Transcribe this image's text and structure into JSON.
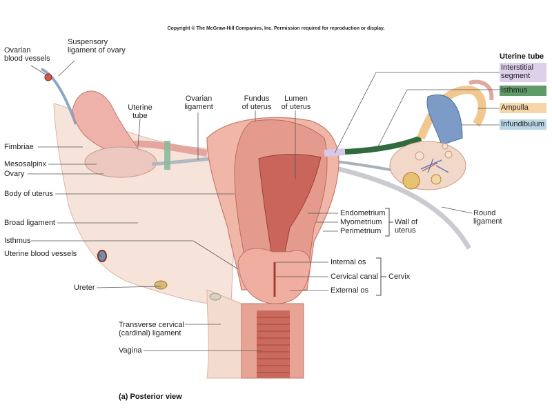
{
  "copyright": "Copyright © The McGraw-Hill Companies, Inc. Permission required for reproduction or display.",
  "caption": "(a) Posterior view",
  "legend": {
    "title": "Uterine tube",
    "items": [
      {
        "label": "Interstitial\nsegment",
        "color": "#ddd0ea"
      },
      {
        "label": "Isthmus",
        "color": "#5f9a68"
      },
      {
        "label": "Ampulla",
        "color": "#f6d6a8"
      },
      {
        "label": "Infundibulum",
        "color": "#b9d6e6"
      }
    ]
  },
  "labels": {
    "ovarian_blood_vessels": "Ovarian\nblood vessels",
    "suspensory_ligament": "Suspensory\nligament of ovary",
    "uterine_tube": "Uterine\ntube",
    "ovarian_ligament": "Ovarian\nligament",
    "fundus": "Fundus\nof uterus",
    "lumen": "Lumen\nof uterus",
    "fimbriae": "Fimbriae",
    "mesosalpinx": "Mesosalpinx",
    "ovary": "Ovary",
    "body_of_uterus": "Body of uterus",
    "broad_ligament": "Broad ligament",
    "isthmus": "Isthmus",
    "uterine_blood_vessels": "Uterine blood vessels",
    "ureter": "Ureter",
    "transverse_cervical": "Transverse cervical\n(cardinal) ligament",
    "vagina": "Vagina",
    "endometrium": "Endometrium",
    "myometrium": "Myometrium",
    "perimetrium": "Perimetrium",
    "wall_of_uterus": "Wall of\nuterus",
    "round_ligament": "Round\nligament",
    "internal_os": "Internal os",
    "cervical_canal": "Cervical canal",
    "external_os": "External os",
    "cervix": "Cervix"
  }
}
